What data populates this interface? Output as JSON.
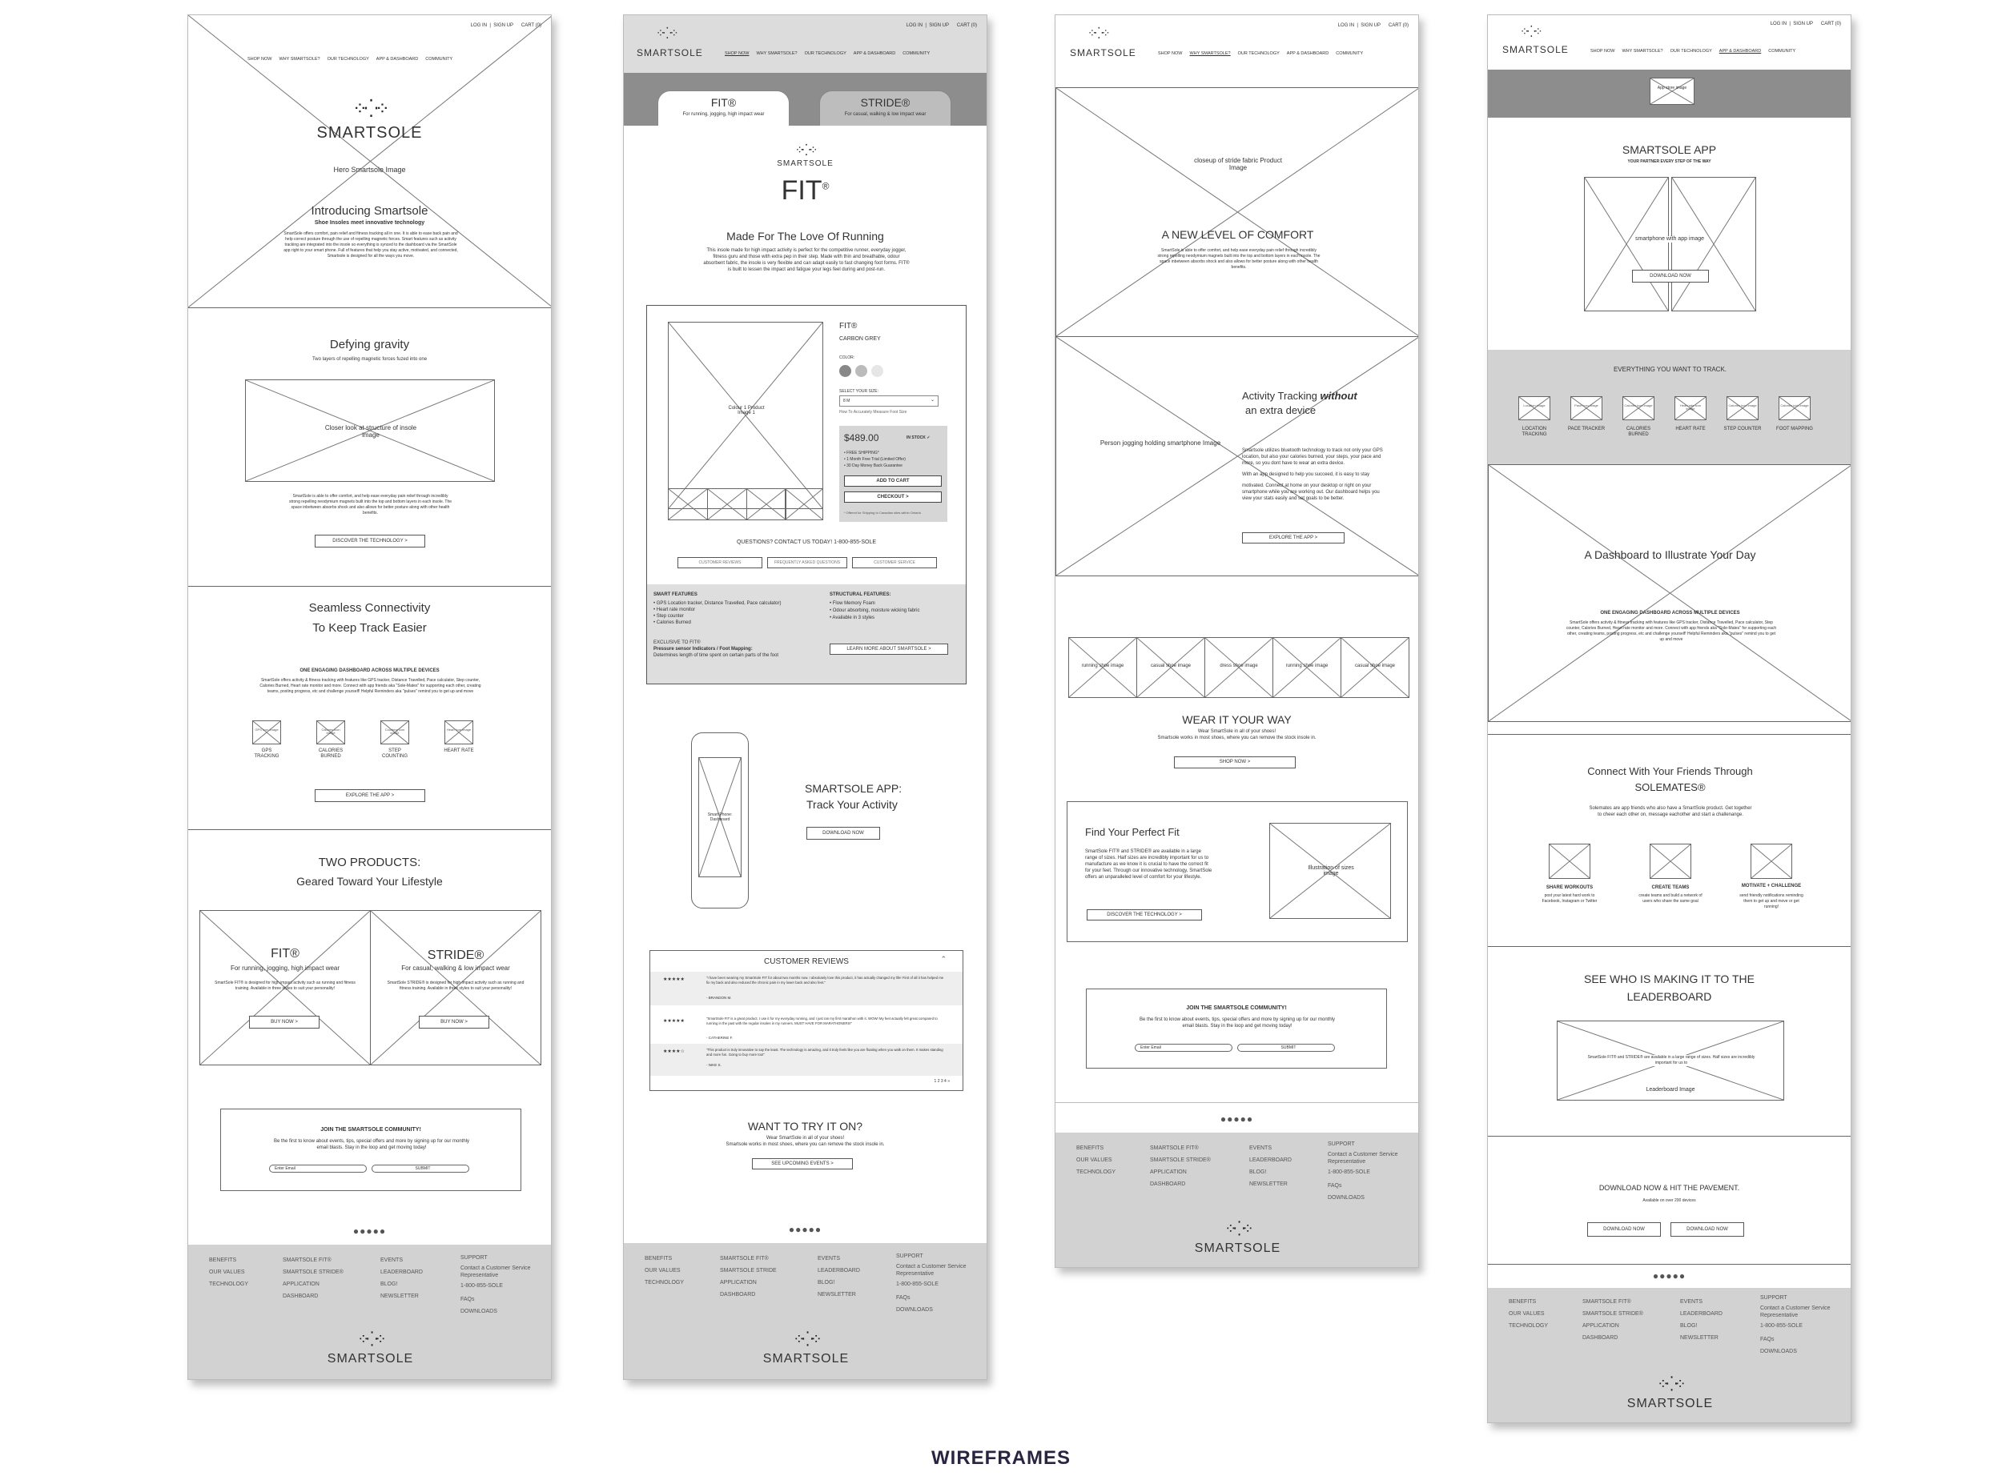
{
  "common": {
    "brand": "SMARTSOLE",
    "login": "LOG IN",
    "signup": "SIGN UP",
    "sep": "|",
    "cart": "CART (0)",
    "nav": [
      "SHOP NOW",
      "WHY SMARTSOLE?",
      "OUR TECHNOLOGY",
      "APP & DASHBOARD",
      "COMMUNITY"
    ],
    "footer": {
      "col1": [
        "BENEFITS",
        "OUR VALUES",
        "TECHNOLOGY"
      ],
      "col2": [
        "SMARTSOLE FIT®",
        "SMARTSOLE STRIDE®",
        "APPLICATION",
        "DASHBOARD"
      ],
      "col2b": [
        "SMARTSOLE FIT®",
        "SMARTSOLE STRIDE",
        "APPLICATION",
        "DASHBOARD"
      ],
      "col3": [
        "EVENTS",
        "LEADERBOARD",
        "BLOG!",
        "NEWSLETTER"
      ],
      "col4_head": "SUPPORT",
      "col4": [
        "Contact a Customer Service Representative",
        "1-800-855-SOLE",
        "FAQs",
        "DOWNLOADS"
      ]
    },
    "community": {
      "title": "JOIN THE SMARTSOLE COMMUNITY!",
      "body": "Be the first to know about events, tips, special offers and more by signing up for our monthly email blasts. Stay in the loop and get moving today!",
      "email_placeholder": "Enter Email",
      "submit": "SUBMIT"
    }
  },
  "home": {
    "hero_image": "Hero Smartsole Image",
    "intro_title": "Introducing Smartsole",
    "intro_sub": "Shoe Insoles meet innovative technology",
    "intro_body": "SmartSole offers comfort, pain relief and fitness tracking all in one. It is able to ease back pain and help correct posture through the use of repelling magnetic forces. Smart features such as activity tracking are integrated into the insole so everything is synced to the dashboard via the SmartSole app right to your smart phone. Full of features that help you stay active, motivated, and connected, Smartsole is designed for all the ways you move.",
    "gravity_title": "Defying gravity",
    "gravity_sub": "Two layers of repelling magnetic forces fuzed into one",
    "gravity_image": "Closer look at structure of insole image",
    "gravity_body": "SmartSole is able to offer comfort, and help ease everyday pain relief through incredibly strong repelling neodymium magnets built into the top and bottom layers in each insole. The space inbetween absorbs shock and also allows for better posture along with other health benefits.",
    "discover": "DISCOVER THE TECHNOLOGY  >",
    "conn_title_1": "Seamless Connectivity",
    "conn_title_2": "To Keep Track Easier",
    "conn_sub": "ONE ENGAGING DASHBOARD ACROSS MULTIPLE DEVICES",
    "conn_body": "SmartSole offers activity & fitness tracking with features like GPS tracker, Distance Travelled, Pace calculator, Step counter, Calories Burned, Heart rate monitor and more. Connect with app friends aka \"Sole-Mates\" for supporting each other, creating teams, posting progress, etc and challenge yourself! Helpful Reminders aka \"pulses\" remind you to get up and move",
    "icons": [
      {
        "img": "GPS icon Image",
        "label": "GPS TRACKING"
      },
      {
        "img": "Calories icon Image",
        "label": "CALORIES BURNED"
      },
      {
        "img": "Counting icon image",
        "label": "STEP COUNTING"
      },
      {
        "img": "Heart icon image",
        "label": "HEART RATE"
      }
    ],
    "explore": "EXPLORE THE APP  >",
    "two_title": "TWO PRODUCTS:",
    "two_sub": "Geared Toward Your Lifestyle",
    "fit": "FIT®",
    "fit_sub": "For running, jogging, high impact wear",
    "fit_body": "SmartSole FIT® is designed for high impact activity such as running and fitness training. Available in three styles to suit your personality!",
    "stride": "STRIDE®",
    "stride_sub": "For casual, walking & low impact wear",
    "stride_body": "SmartSole STRIDE® is designed for high impact activity such as running and fitness training. Available in three styles to suit your personality!",
    "buy": "BUY NOW  >"
  },
  "shop": {
    "tab_fit": "FIT®",
    "tab_fit_sub": "For running, jogging, high impact wear",
    "tab_stride": "STRIDE®",
    "tab_stride_sub": "For casual, walking & low impact wear",
    "big": "FIT",
    "reg": "®",
    "made": "Made For The Love Of Running",
    "made_body": "This insole made for high impact activity is perfect for the competitive runner, everyday jogger, fitness guru and those with extra pep in their step. Made with thin and breathable, odour absorbent fabric, the insole is very flexible and can adapt easily to fast changing foot forms. FIT® is built to lessen the impact and fatigue your legs feel during and post-run.",
    "product_img": "Colour 1 Product Image 1",
    "name": "FIT®",
    "color_name": "CARBON GREY",
    "color_label": "COLOR:",
    "size_label": "SELECT YOUR SIZE:",
    "size_value": "8 M",
    "measure": "How To Accurately Measure Foot Size",
    "price": "$489.00",
    "stock": "IN STOCK  ✓",
    "perks": [
      "• FREE SHIPPING*",
      "• 1 Month Free Trial (Limited Offer)",
      "• 30 Day Money Back Guarantee"
    ],
    "add": "ADD TO CART",
    "checkout": "CHECKOUT  >",
    "ship_note": "* Offered for Shipping to Canadian sites within Ontario",
    "questions": "QUESTIONS? CONTACT US TODAY!  1-800-855-SOLE",
    "links": [
      "CUSTOMER REVIEWS",
      "FREQUENTLY ASKED QUESTIONS",
      "CUSTOMER SERVICE"
    ],
    "smart_head": "SMART FEATURES",
    "smart": [
      "• GPS Location tracker, Distance Travelled, Pace calculator)",
      "• Heart rate monitor",
      "• Step counter",
      "• Calories Burned"
    ],
    "excl": "EXCLUSIVE TO FIT®",
    "excl_b": "Pressure sensor Indicators / Foot Mapping:",
    "excl_c": "Determines length of time spent on certain parts of the foot",
    "struct_head": "STRUCTURAL FEATURES:",
    "struct": [
      "• Flow Memory Foam",
      "• Odour absorbing, moisture wicking fabric",
      "• Available in 3 styles"
    ],
    "learn": "LEARN MORE ABOUT SMARTSOLE  >",
    "phone": "Smart Phone: Dashboard",
    "app_title": "SMARTSOLE APP:",
    "app_sub": "Track Your Activity",
    "download": "DOWNLOAD NOW",
    "reviews": "CUSTOMER REVIEWS",
    "review_items": [
      {
        "stars": "★★★★★",
        "text": "\"I have been wearing my SmartSole FIT for about two months now. I absolutely love this product, it has actually changed my life! First of all it has helped me fix my back and also reduced the chronic pain in my lower back and also feet.\"",
        "by": "- BRANDON M."
      },
      {
        "stars": "★★★★★",
        "text": "\"SmartSole FIT is a great product. I use it for my everyday running, and I just ran my first marathon with it. WOW! My feet actually felt great compared to running in the past with the regular insoles in my runners. MUST HAVE FOR MARATHONERS!\"",
        "by": "- CATHERINE F."
      },
      {
        "stars": "★★★★☆",
        "text": "\"This product is truly innovative to say the least. The technology is amazing, and it truly feels like you are floating when you walk on them. It makes standing and more fun. Going to buy more too!\"",
        "by": "- NIKE S."
      }
    ],
    "pages": "1  2  3  4  »",
    "try_title": "WANT TO TRY IT ON?",
    "try_1": "Wear SmartSole in all of your shoes!",
    "try_2": "Smartsole works in most shoes, where you can remove the stock insole in.",
    "events": "SEE UPCOMING EVENTS  >"
  },
  "why": {
    "closeup": "closeup of stride fabric Product Image",
    "comfort": "A NEW LEVEL OF COMFORT",
    "comfort_body": "SmartSole is able to offer comfort, and help ease everyday pain relief through incredibly strong repelling neodymium magnets built into the top and bottom layers in each insole. The space inbetween absorbs shock and also allows for better posture along with other health benefits.",
    "person": "Person jogging holding smartphone Image",
    "act_1": "Activity Tracking ",
    "act_without": "without",
    "act_2": "an extra device",
    "act_body_1": "Smartsole utilizes bluetooth technology to track not only your GPS location, but also your calories burned, your steps, your pace and more, so you dont have to wear an extra device.",
    "act_body_2": "With an app designed to help you succeed, it is easy to stay",
    "act_body_3": "motivated. Connect at home on your desktop or right on your smartphone while you are working out. Our dashboard helps you view your stats easily and set goals to be better.",
    "explore": "EXPLORE THE APP  >",
    "shoes": [
      "running shoe image",
      "casual shoe image",
      "dress shoe image",
      "running shoe image",
      "casual shoe image"
    ],
    "wear": "WEAR IT YOUR WAY",
    "wear_1": "Wear SmartSole in all of your shoes!",
    "wear_2": "Smartsole works in most shoes, where you can remove the stock insole in.",
    "shop": "SHOP NOW  >",
    "fit_title": "Find Your Perfect Fit",
    "fit_body": "SmartSole FIT® and STRIDE® are available in a large range of sizes. Half sizes are incredibly important for us to manufacture as we know it is crucial to have the correct fit for your feet. Through our innovative technology, SmartSole offers an unparalleled level of comfort for your lifestyle.",
    "illus": "Illustration of sizes image",
    "discover": "DISCOVER THE TECHNOLOGY  >"
  },
  "app": {
    "banner": "App store image",
    "title": "SMARTSOLE APP",
    "sub": "YOUR PARTNER EVERY STEP OF THE WAY",
    "phone": "smartphone with app image",
    "download": "DOWNLOAD NOW",
    "track": "EVERYTHING YOU WANT TO TRACK.",
    "icons": [
      {
        "img": "Location image",
        "label": "LOCATION TRACKING"
      },
      {
        "img": "Pace icon image",
        "label": "PACE TRACKER"
      },
      {
        "img": "Calories icon image",
        "label": "CALORIES BURNED"
      },
      {
        "img": "Heart rate icon image",
        "label": "HEART RATE"
      },
      {
        "img": "Calories icon image",
        "label": "STEP COUNTER"
      },
      {
        "img": "Calories icon image",
        "label": "FOOT MAPPING"
      }
    ],
    "dash": "A Dashboard to Illustrate Your Day",
    "dash_sub": "ONE ENGAGING DASHBOARD ACROSS MULTIPLE DEVICES",
    "dash_body": "SmartSole offers activity & fitness tracking with features like GPS tracker, Distance Travelled, Pace calculator, Step counter, Calories Burned, Heart rate monitor and more. Connect with app friends aka \"Sole-Mates\" for supporting each other, creating teams, posting progress, etc and challenge yourself! Helpful Reminders aka \"pulses\" remind you to get up and move",
    "friends_1": "Connect With Your Friends Through",
    "friends_2": "SOLEMATES®",
    "friends_body": "Solemates are app friends who also have a SmartSole product. Get together to cheer each other on, message eachother and start a challenange.",
    "feats": [
      {
        "t": "SHARE WORKOUTS",
        "d": "post your latest hard work to Facebook, Instagram or Twitter"
      },
      {
        "t": "CREATE TEAMS",
        "d": "create teams and build a network of users who share the same goal"
      },
      {
        "t": "MOTIVATE + CHALLENGE",
        "d": "send friendly notifications reminding them to get up and move or get running!"
      }
    ],
    "leader_1": "SEE WHO IS MAKING IT TO THE",
    "leader_2": "LEADERBOARD",
    "leader_body": "SmartSole FIT® and STRIDE® are available in a large range of sizes. Half sizes are incredibly important for us to",
    "leader_img": "Leaderboard Image",
    "pave": "DOWNLOAD NOW & HIT THE PAVEMENT.",
    "devices": "Available on over 200 devices",
    "dl1": "DOWNLOAD NOW",
    "dl2": "DOWNLOAD NOW"
  },
  "caption": "WIREFRAMES"
}
